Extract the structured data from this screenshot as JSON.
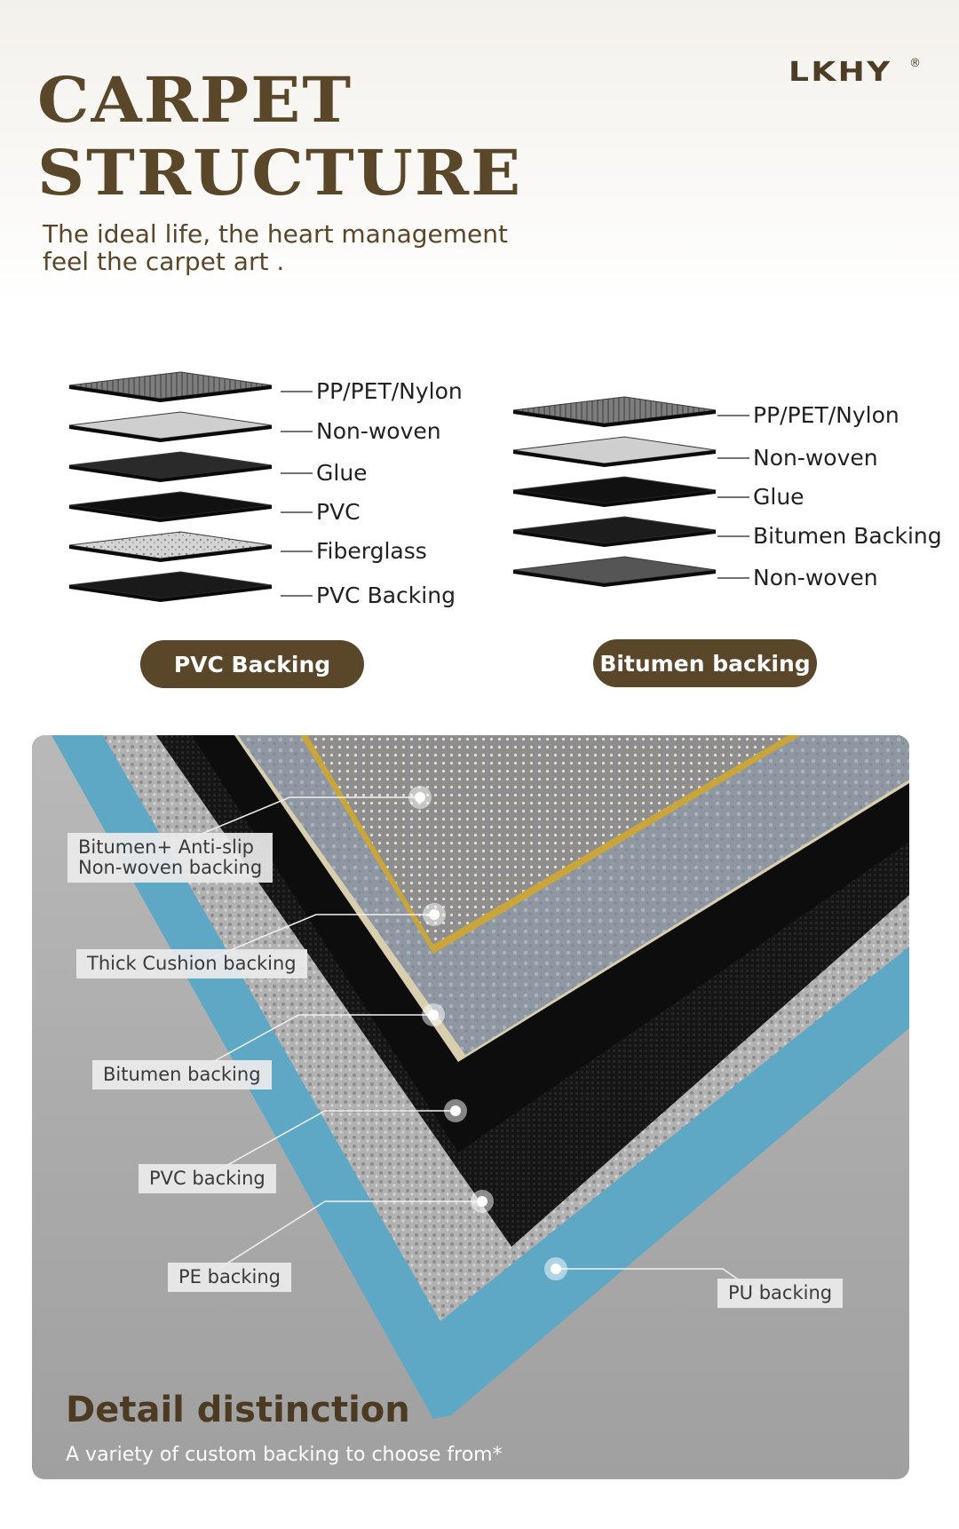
{
  "header": {
    "title_line1": "CARPET",
    "title_line2": "STRUCTURE",
    "subtitle_line1": "The ideal life, the heart management",
    "subtitle_line2": "feel the carpet art .",
    "brand": "LKHY",
    "brand_mark": "®"
  },
  "structures": [
    {
      "layers": [
        "PP/PET/Nylon",
        "Non-woven",
        "Glue",
        "PVC",
        "Fiberglass",
        "PVC Backing"
      ],
      "badge": "PVC Backing"
    },
    {
      "layers": [
        "PP/PET/Nylon",
        "Non-woven",
        "Glue",
        "Bitumen Backing",
        "Non-woven"
      ],
      "badge": "Bitumen backing"
    }
  ],
  "detail": {
    "labels": [
      "Bitumen+ Anti-slip\nNon-woven backing",
      "Thick Cushion backing",
      "Bitumen backing",
      "PVC backing",
      "PE backing",
      "PU backing"
    ],
    "title": "Detail distinction",
    "subtitle": "A variety of custom backing to choose from*"
  },
  "colors": {
    "brand_brown": "#5a4629",
    "panel_gray": "#aaaaaa",
    "pu_blue": "#5ea8c6"
  }
}
